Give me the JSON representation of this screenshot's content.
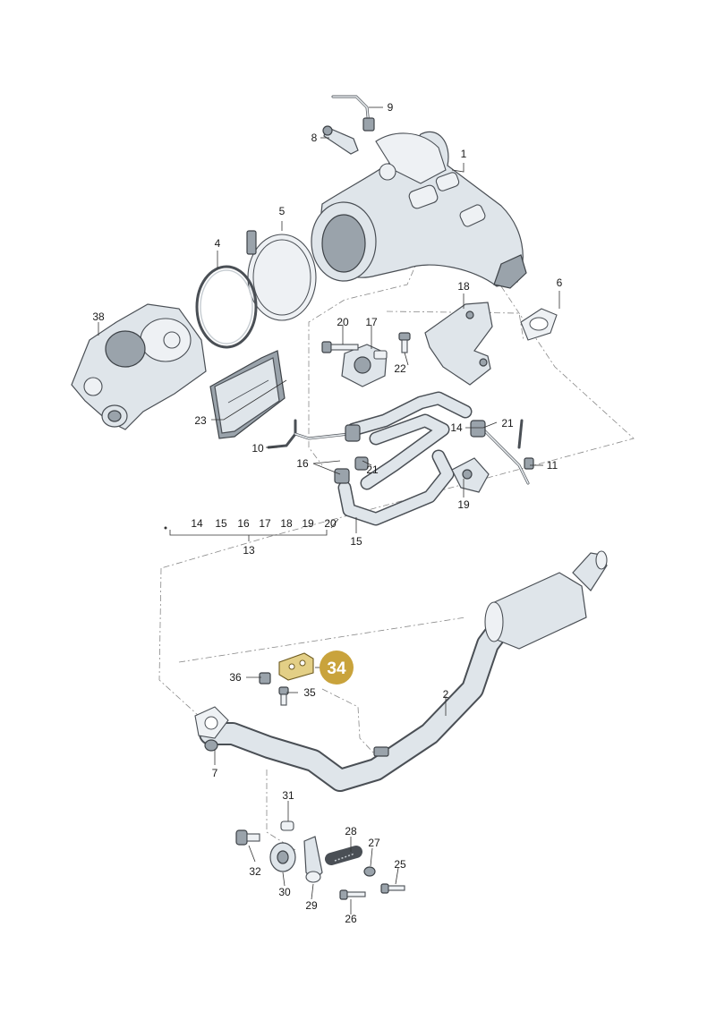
{
  "labels": {
    "p1": "1",
    "p2": "2",
    "p4": "4",
    "p5": "5",
    "p6": "6",
    "p7": "7",
    "p8": "8",
    "p9": "9",
    "p10": "10",
    "p11": "11",
    "p13": "13",
    "p14": "14",
    "p15": "15",
    "p16": "16",
    "p17": "17",
    "p18": "18",
    "p19": "19",
    "p20": "20",
    "p21a": "21",
    "p21b": "21",
    "p22": "22",
    "p23": "23",
    "p25": "25",
    "p26": "26",
    "p27": "27",
    "p28": "28",
    "p29": "29",
    "p30": "30",
    "p31": "31",
    "p32": "32",
    "p34": "34",
    "p35": "35",
    "p36": "36",
    "p38": "38"
  },
  "group13": {
    "items": [
      "14",
      "15",
      "16",
      "17",
      "18",
      "19",
      "20"
    ],
    "label": "13"
  },
  "highlight": {
    "part": "34",
    "color": "#c9a33c"
  }
}
